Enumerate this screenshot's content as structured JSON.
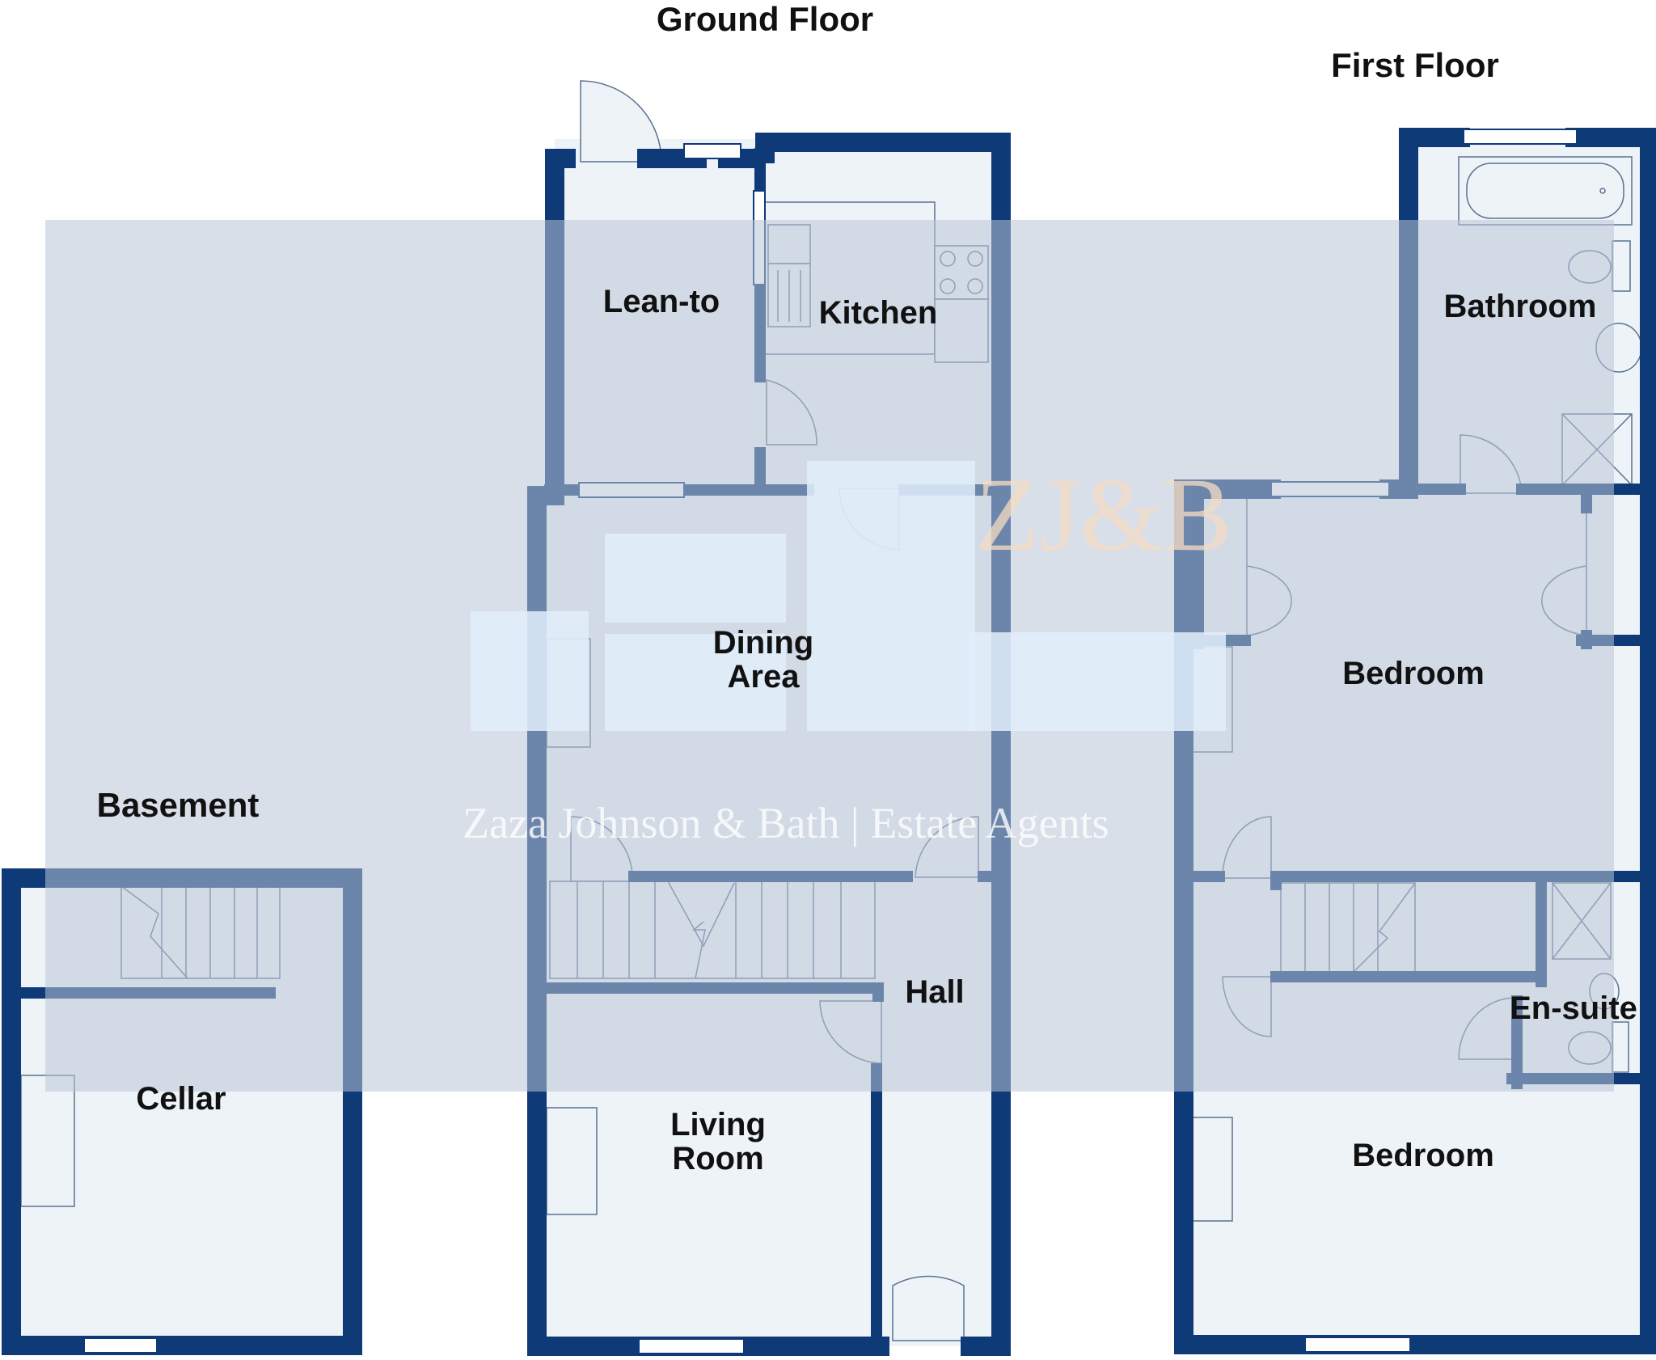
{
  "floors": {
    "basement": "Basement",
    "ground": "Ground Floor",
    "first": "First Floor"
  },
  "rooms": {
    "cellar": "Cellar",
    "lean_to": "Lean-to",
    "kitchen": "Kitchen",
    "dining_line1": "Dining",
    "dining_line2": "Area",
    "hall": "Hall",
    "living_line1": "Living",
    "living_line2": "Room",
    "bathroom": "Bathroom",
    "bedroom_main": "Bedroom",
    "en_suite": "En-suite",
    "bedroom_second": "Bedroom"
  },
  "watermark": {
    "logo": "ZJ&B",
    "company": "Zaza Johnson & Bath  |  Estate Agents"
  },
  "colors": {
    "wall": "#0f3a78",
    "floor": "#eef3f8",
    "watermark_band": "#c9d2e0"
  }
}
